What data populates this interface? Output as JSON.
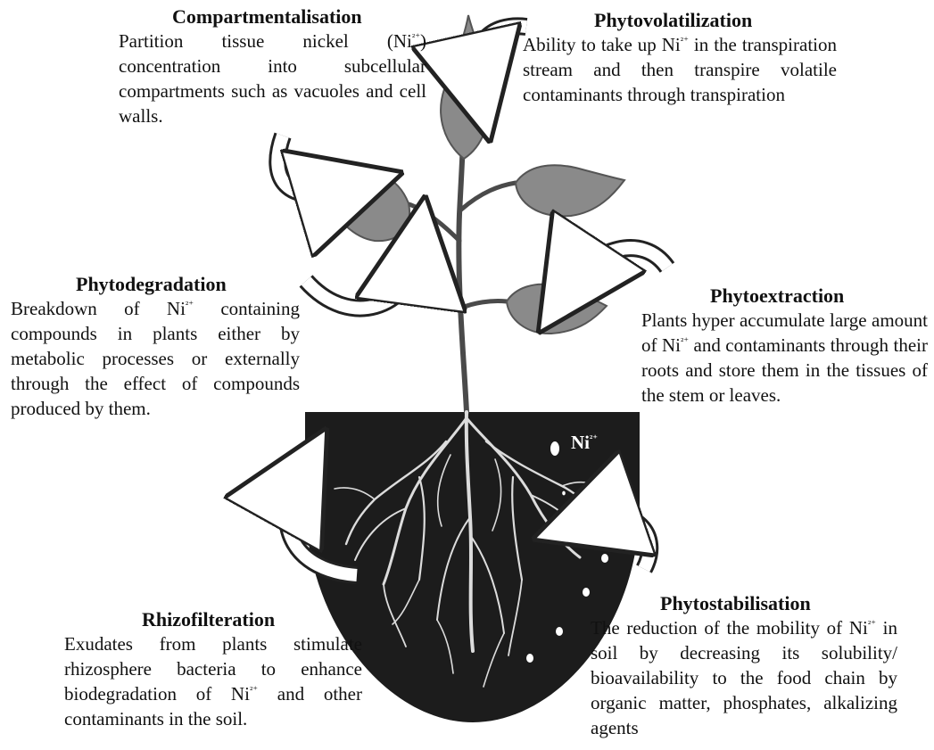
{
  "compartmentalisation": {
    "title": "Compartmentalisation",
    "body": "Partition tissue nickel (Ni²⁺) concentration into subcellular compartments such as vacuoles and cell walls."
  },
  "phytovolatilization": {
    "title": "Phytovolatilization",
    "body": "Ability to take up Ni²⁺ in the transpiration stream and then transpire volatile contaminants through transpiration"
  },
  "phytodegradation": {
    "title": "Phytodegradation",
    "body": "Breakdown of Ni²⁺ containing compounds in plants either by metabolic processes or externally through the effect of compounds produced by them."
  },
  "phytoextraction": {
    "title": "Phytoextraction",
    "body": "Plants hyper accumulate large amount of Ni²⁺ and contaminants through their roots and store them in the tissues of the stem or leaves."
  },
  "rhizofilteration": {
    "title": "Rhizofilteration",
    "body": "Exudates from plants stimulate rhizosphere bacteria to enhance biodegradation of Ni²⁺ and other contaminants in the soil."
  },
  "phytostabilisation": {
    "title": "Phytostabilisation",
    "body": "The reduction of the mobility of Ni²⁺ in soil by decreasing its solubility/ bioavailability to the food chain by organic matter, phosphates, alkalizing agents"
  },
  "soil_label": "Ni²⁺",
  "colors": {
    "soil": "#1c1c1c",
    "leaf": "#8a8a8a",
    "leaf_edge": "#555555",
    "stem": "#4a4a4a",
    "root": "#dcdcdc",
    "arrow_fill": "#ffffff",
    "arrow_stroke": "#222222"
  }
}
